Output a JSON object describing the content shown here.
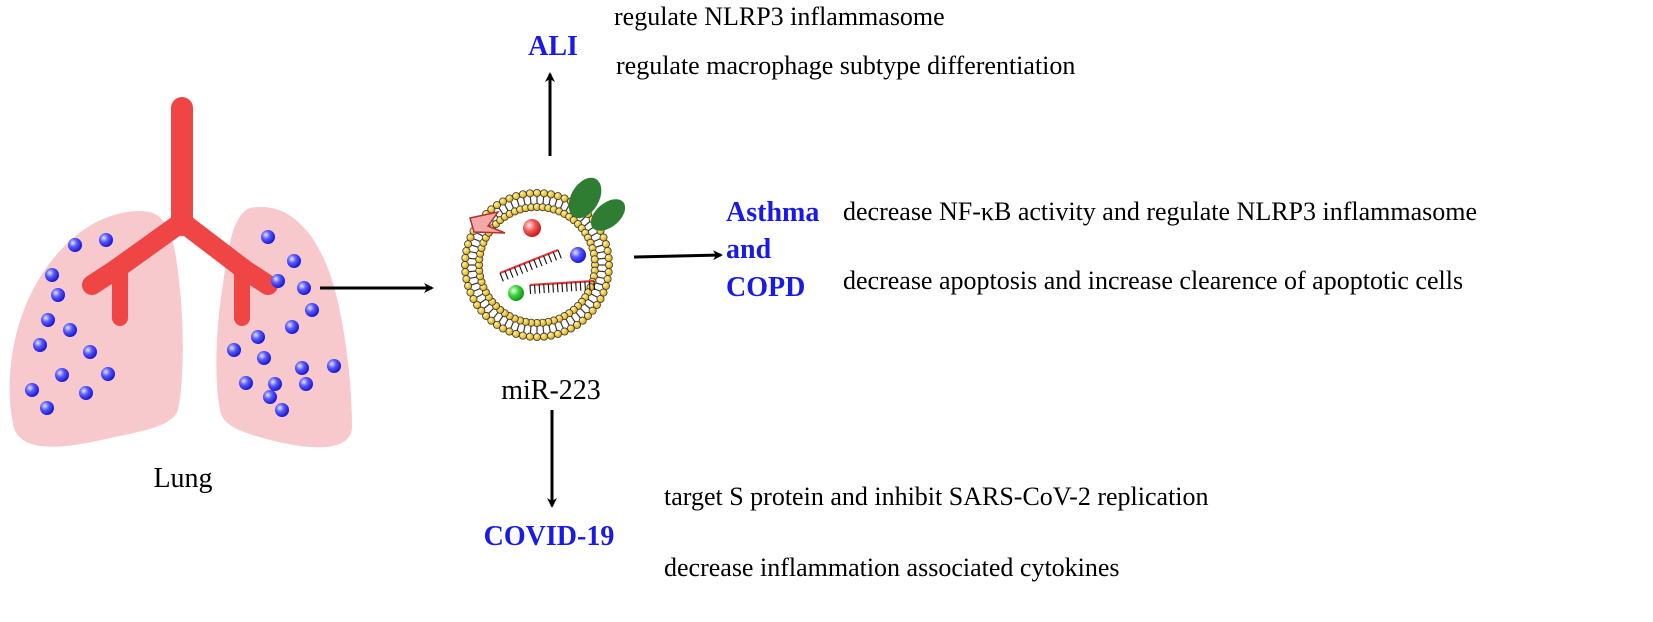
{
  "colors": {
    "disease_label": "#1a1ae6",
    "lung_tissue": "#f7c9cc",
    "airway": "#ef4545",
    "particle": "#3a3aff",
    "membrane_head": "#f2c21b",
    "receptor_green": "#2e7d32",
    "arrow": "#000000"
  },
  "lung": {
    "label": "Lung"
  },
  "vesicle": {
    "label": "miR-223"
  },
  "targets": {
    "ali": {
      "label": "ALI",
      "effects": [
        "regulate NLRP3 inflammasome",
        "regulate macrophage subtype differentiation"
      ]
    },
    "asthma_copd": {
      "label_lines": [
        "Asthma",
        "and",
        "COPD"
      ],
      "effects": [
        "decrease NF-κB activity and regulate NLRP3 inflammasome",
        "decrease apoptosis and increase clearence of apoptotic cells"
      ]
    },
    "covid": {
      "label": "COVID-19",
      "effects": [
        "target S protein and inhibit SARS-CoV-2 replication",
        "decrease inflammation associated cytokines"
      ]
    }
  }
}
